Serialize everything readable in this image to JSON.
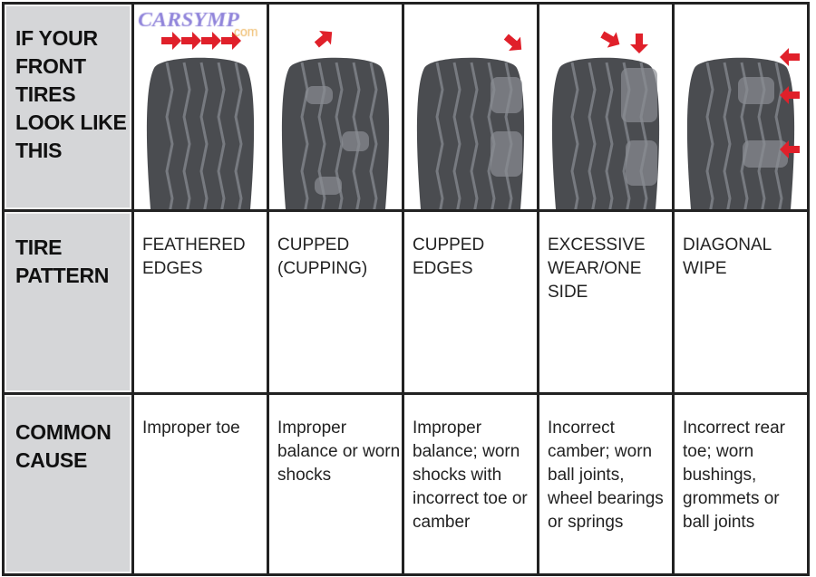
{
  "headers": {
    "row1": "IF YOUR FRONT TIRES LOOK LIKE THIS",
    "row2": "TIRE PATTERN",
    "row3": "COMMON CAUSE"
  },
  "columns": [
    {
      "pattern": "FEATHERED EDGES",
      "cause": "Improper toe",
      "icon": "tire-feathered-edges"
    },
    {
      "pattern": "CUPPED (CUPPING)",
      "cause": "Improper balance or worn shocks",
      "icon": "tire-cupped"
    },
    {
      "pattern": "CUPPED EDGES",
      "cause": "Improper balance; worn shocks with incorrect toe or camber",
      "icon": "tire-cupped-edges"
    },
    {
      "pattern": "EXCESSIVE WEAR/ONE SIDE",
      "cause": "Incorrect camber; worn ball joints, wheel bearings or springs",
      "icon": "tire-one-side-wear"
    },
    {
      "pattern": "DIAGONAL WIPE",
      "cause": "Incorrect rear toe; worn bushings, grommets or ball joints",
      "icon": "tire-diagonal-wipe"
    }
  ],
  "watermark": {
    "text": "CARSYMP",
    "suffix": ".com"
  },
  "colors": {
    "arrow": "#e0202a",
    "header_bg": "#d5d6d8",
    "tire": "#4a4c50",
    "watermark": "#6a5acd",
    "watermark_suffix": "#e8a030"
  }
}
